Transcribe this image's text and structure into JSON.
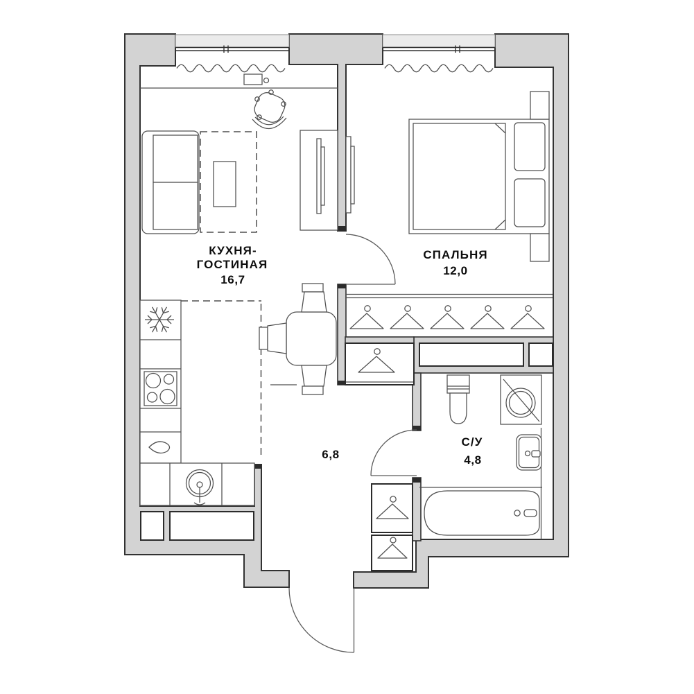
{
  "rooms": {
    "kitchen_living": {
      "label_line1": "КУХНЯ-",
      "label_line2": "ГОСТИНАЯ",
      "area": "16,7"
    },
    "bedroom": {
      "label": "СПАЛЬНЯ",
      "area": "12,0"
    },
    "hallway": {
      "area": "6,8"
    },
    "bathroom": {
      "label": "С/У",
      "area": "4,8"
    }
  },
  "colors": {
    "wall_fill": "#d3d3d3",
    "wall_stroke": "#323232",
    "furniture_stroke": "#4f4f4f",
    "window_band_fill": "#ebebeb",
    "label_text": "#0d0d0d",
    "background": "#ffffff"
  },
  "icons": [
    "sofa",
    "rug",
    "coffee-table",
    "desk",
    "laptop",
    "mouse",
    "office-chair",
    "tv-console",
    "tv",
    "dining-table",
    "dining-chair",
    "bed",
    "pillow",
    "nightstand",
    "hanger",
    "wardrobe",
    "closet",
    "fridge-snowflake",
    "stove-burners",
    "kitchen-sink",
    "toilet",
    "washing-machine",
    "bathroom-sink",
    "bathtub",
    "door-swing"
  ]
}
